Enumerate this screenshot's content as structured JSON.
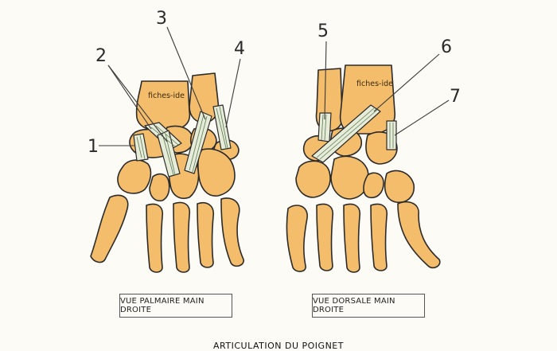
{
  "title": "ARTICULATION DU POIGNET",
  "watermark": "fiches-ide",
  "colors": {
    "background": "#fdfbf5",
    "bone": "#f4bd6c",
    "ligament": "#e7ecd9",
    "outline": "#2b2b2b"
  },
  "views": [
    {
      "caption": "VUE PALMAIRE MAIN DROITE"
    },
    {
      "caption": "VUE DORSALE MAIN DROITE"
    }
  ],
  "labels": [
    {
      "number": "1"
    },
    {
      "number": "2"
    },
    {
      "number": "3"
    },
    {
      "number": "4"
    },
    {
      "number": "5"
    },
    {
      "number": "6"
    },
    {
      "number": "7"
    }
  ]
}
